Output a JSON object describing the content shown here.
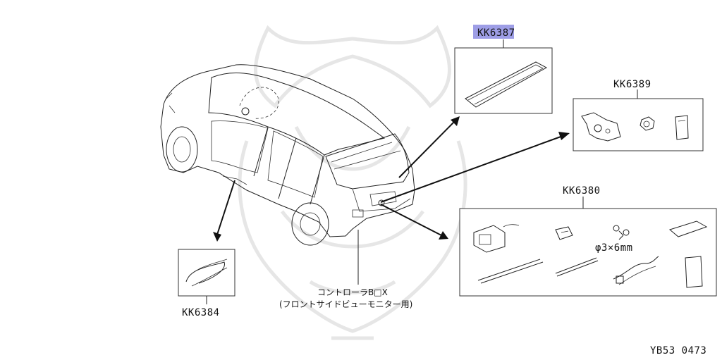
{
  "labels": {
    "rear_marker": "KK6387",
    "bracket_kit": "KK6389",
    "camera_kit": "KK6380",
    "harness": "KK6384",
    "screw_spec": "φ3×6mm",
    "controller_line1": "コントローラB□X",
    "controller_line2": "(フロントサイドビューモニター用)",
    "diagram_code": "YB53 0473"
  },
  "colors": {
    "highlight": "#9e9ee6",
    "line": "#222222",
    "watermark": "#e6e6e6"
  }
}
